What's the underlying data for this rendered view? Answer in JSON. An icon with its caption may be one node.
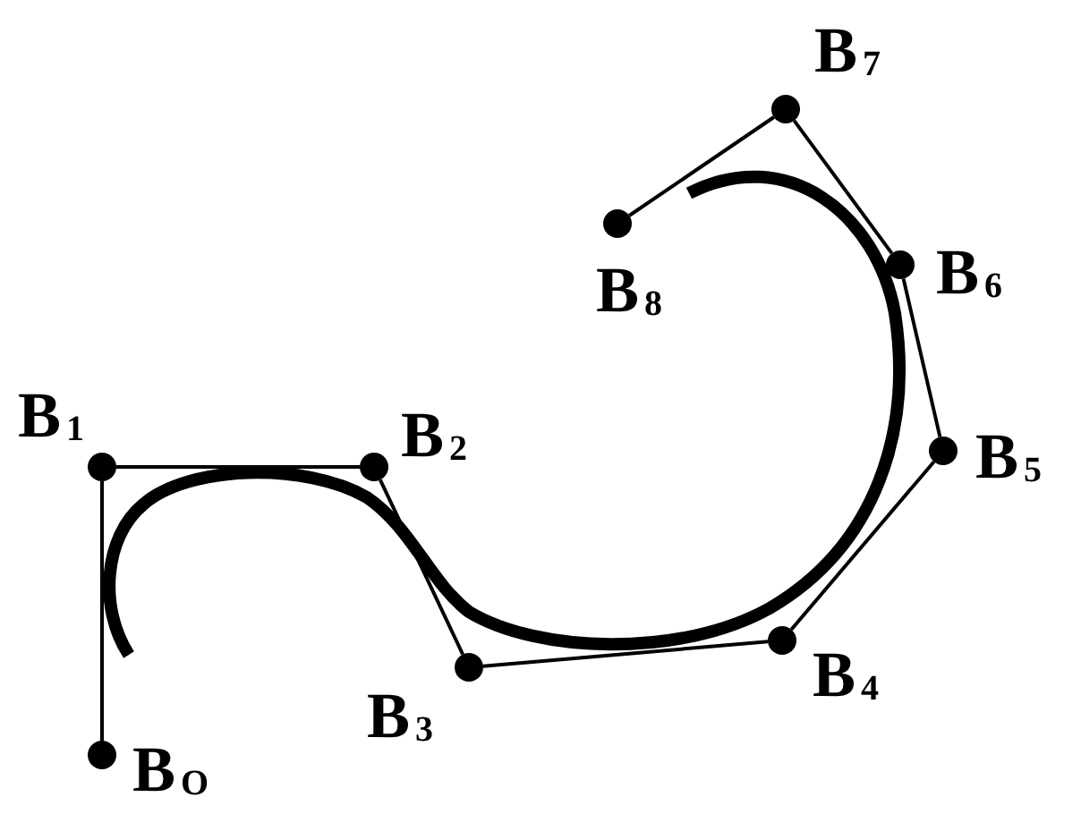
{
  "diagram": {
    "nodes": [
      {
        "text": [],
        "shape": "circle",
        "beside": [
          "B$_{O}$"
        ]
      },
      {
        "text": [],
        "shape": "circle",
        "beside": [
          "B$_{1}$"
        ]
      },
      {
        "text": [],
        "shape": "circle",
        "beside": [
          "B$_{2}$"
        ]
      },
      {
        "text": [],
        "shape": "circle",
        "beside": [
          "B$_{3}$"
        ]
      },
      {
        "text": [],
        "shape": "circle",
        "beside": [
          "B$_{4}$"
        ]
      },
      {
        "text": [],
        "shape": "circle",
        "beside": [
          "B$_{5}$"
        ]
      },
      {
        "text": [],
        "shape": "circle",
        "beside": [
          "B$_{6}$"
        ]
      },
      {
        "text": [],
        "shape": "circle",
        "beside": [
          "B$_{7}$"
        ]
      },
      {
        "text": [],
        "shape": "circle",
        "beside": [
          "B$_{8}$"
        ]
      }
    ],
    "edges": [
      {
        "from": 0,
        "to": 1,
        "arrow": "none"
      },
      {
        "from": 1,
        "to": 2,
        "arrow": "none"
      },
      {
        "from": 2,
        "to": 3,
        "arrow": "none"
      },
      {
        "from": 3,
        "to": 4,
        "arrow": "none"
      },
      {
        "from": 4,
        "to": 5,
        "arrow": "none"
      },
      {
        "from": 5,
        "to": 6,
        "arrow": "none"
      },
      {
        "from": 6,
        "to": 7,
        "arrow": "none"
      },
      {
        "from": 7,
        "to": 8,
        "arrow": "none"
      }
    ]
  }
}
